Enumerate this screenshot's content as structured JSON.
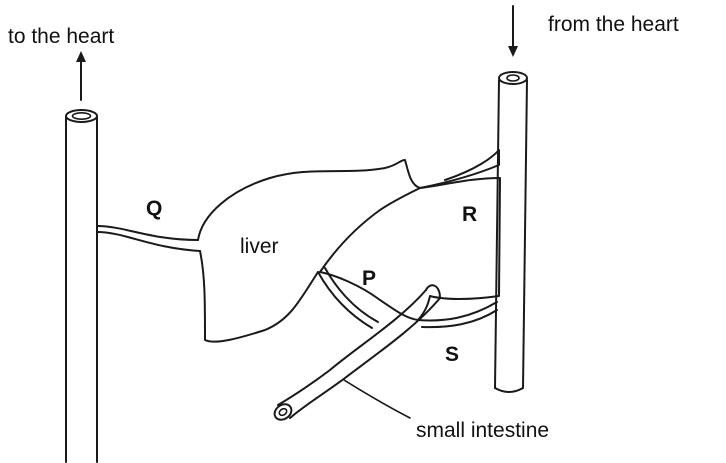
{
  "labels": {
    "to_heart": "to the heart",
    "from_heart": "from the heart",
    "q": "Q",
    "r": "R",
    "p": "P",
    "s": "S",
    "liver": "liver",
    "small_intestine": "small intestine"
  },
  "colors": {
    "line": "#1a1a1a",
    "background": "#ffffff"
  }
}
